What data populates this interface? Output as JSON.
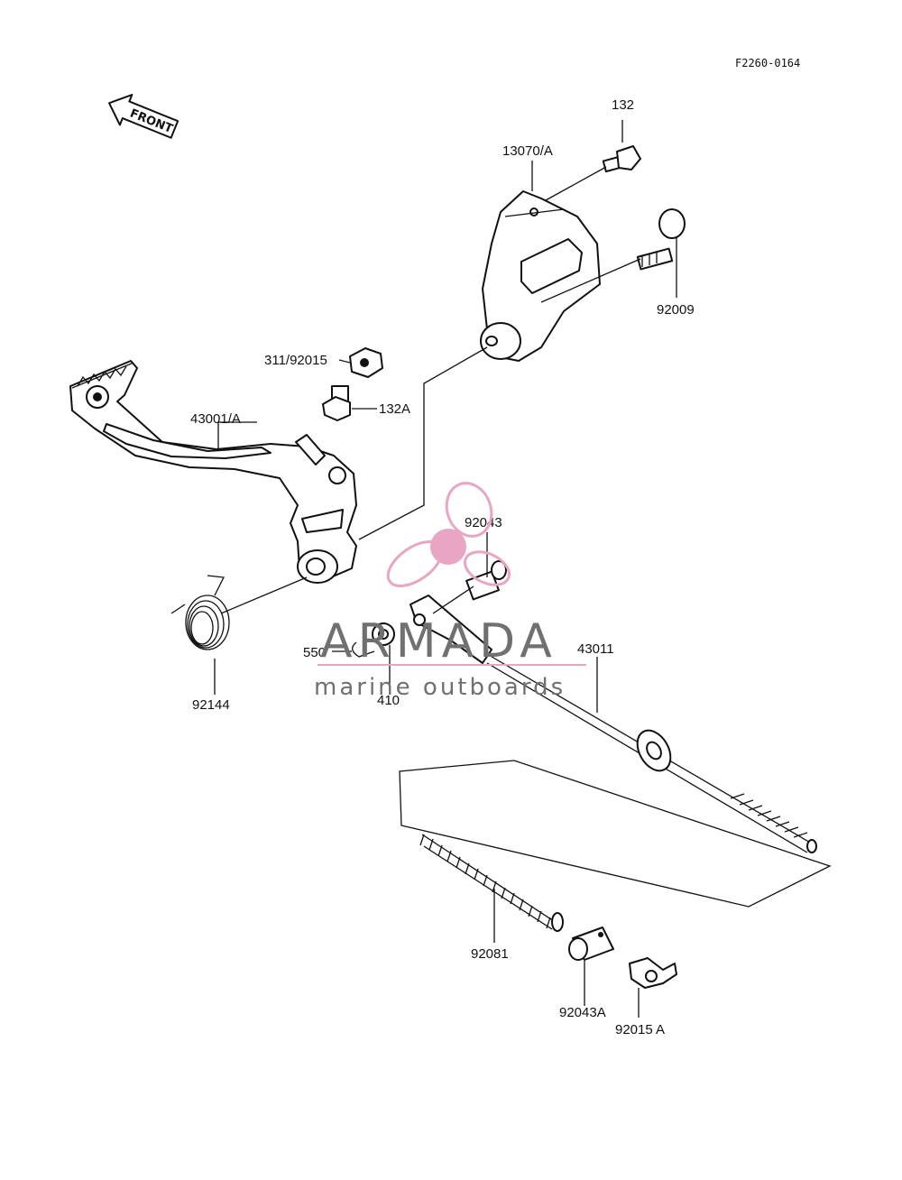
{
  "diagram": {
    "drawing_code": "F2260-0164",
    "front_arrow_label": "FRONT",
    "part_labels": {
      "p132": "132",
      "p13070A": "13070/A",
      "p92009": "92009",
      "p311_92015": "311/92015",
      "p132A": "132A",
      "p43001A": "43001/A",
      "p92043": "92043",
      "p43011": "43011",
      "p550": "550",
      "p410": "410",
      "p92144": "92144",
      "p92081": "92081",
      "p92043A": "92043A",
      "p92015A": "92015 A"
    }
  },
  "watermark": {
    "brand": "ARMADA",
    "tagline": "marine outboards",
    "accent_color": "#e8a6c4"
  }
}
